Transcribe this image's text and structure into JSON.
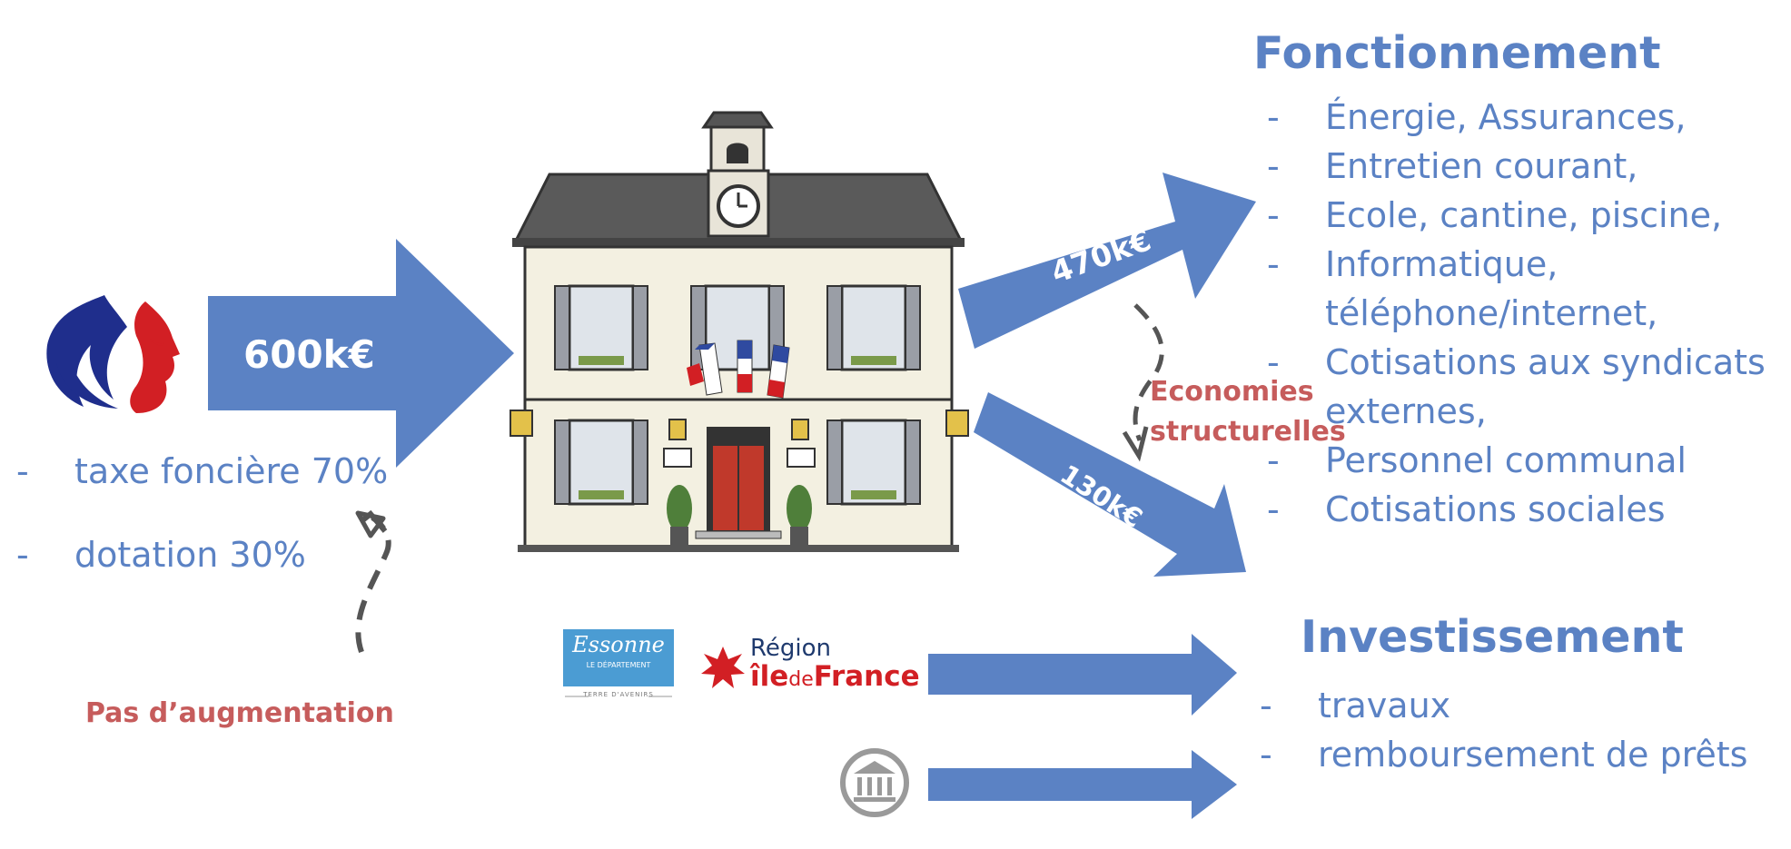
{
  "inflow": {
    "amount": "600k€",
    "items": [
      "taxe foncière 70%",
      "dotation 30%"
    ],
    "note": "Pas d’augmentation"
  },
  "fonctionnement": {
    "title": "Fonctionnement",
    "amount": "470k€",
    "items": [
      "Énergie, Assurances,",
      "Entretien courant,",
      "Ecole, cantine, piscine,",
      "Informatique,",
      "téléphone/internet,",
      "Cotisations aux syndicats",
      "externes,",
      "Personnel communal",
      "Cotisations sociales"
    ],
    "dashed_items": [
      true,
      true,
      true,
      true,
      false,
      true,
      false,
      true,
      true
    ]
  },
  "economies": {
    "line1": "Economies",
    "line2": "structurelles"
  },
  "investissement": {
    "title": "Investissement",
    "amount": "130k€",
    "items": [
      "travaux",
      "remboursement de prêts"
    ]
  },
  "logos": {
    "essonne_script": "Essonne",
    "essonne_sub": "LE DÉPARTEMENT",
    "essonne_tag": "TERRE D'AVENIRS",
    "region_top": "Région",
    "region_ile": "île",
    "region_de": "de",
    "region_france": "France",
    "bank_icon": "bank-icon",
    "marianne_icon": "marianne-icon"
  },
  "colors": {
    "arrow_blue": "#5b82c4",
    "text_blue": "#5b82c4",
    "accent_red": "#c65c5c",
    "dash_gray": "#555555"
  }
}
